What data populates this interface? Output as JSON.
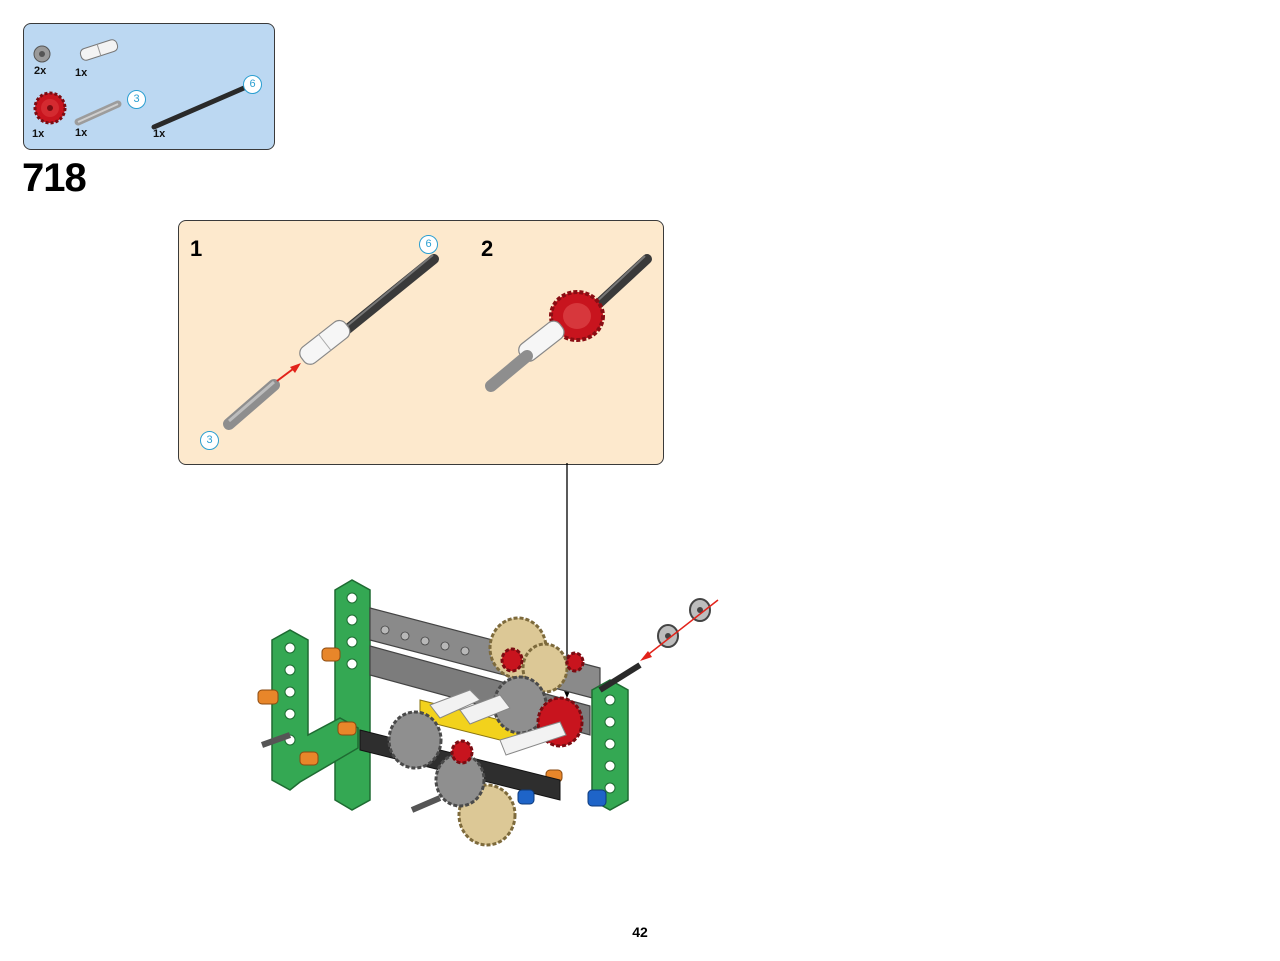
{
  "step": {
    "number": "718"
  },
  "parts_list": {
    "items": [
      {
        "qty": "2x",
        "part": "axle-bush-gray"
      },
      {
        "qty": "1x",
        "part": "axle-connector-white"
      },
      {
        "qty": "1x",
        "part": "gear-red",
        "color": "#c8141e"
      },
      {
        "qty": "1x",
        "part": "axle-gray",
        "length_badge": "3"
      },
      {
        "qty": "1x",
        "part": "axle-black",
        "length_badge": "6"
      }
    ],
    "background": "#bcd8f2"
  },
  "sub_assembly": {
    "background": "#fde9cd",
    "steps": [
      {
        "number": "1",
        "badge_top": "6",
        "badge_bottom": "3"
      },
      {
        "number": "2"
      }
    ]
  },
  "colors": {
    "frame_green": "#34a853",
    "gear_tan": "#dcc896",
    "gear_red": "#c8141e",
    "arrow_red": "#e2231a"
  },
  "page": {
    "number": "42"
  }
}
